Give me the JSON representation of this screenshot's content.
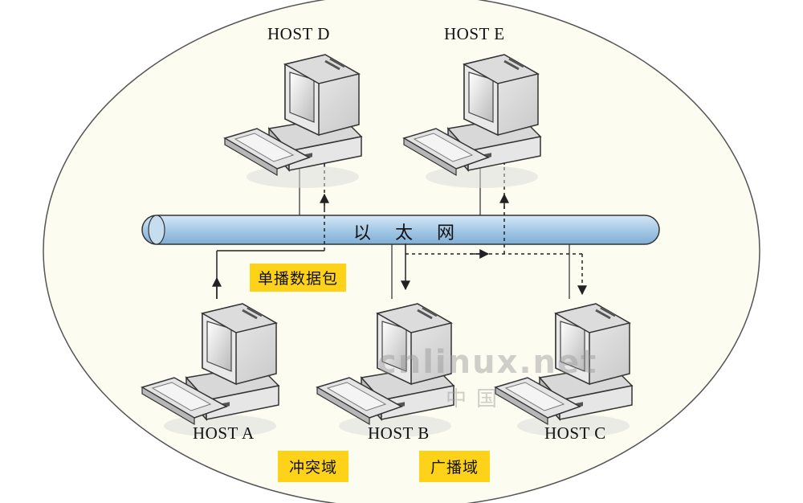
{
  "diagram": {
    "network_label": "以太网",
    "hosts": [
      {
        "id": "A",
        "label": "HOST A"
      },
      {
        "id": "B",
        "label": "HOST B"
      },
      {
        "id": "C",
        "label": "HOST C"
      },
      {
        "id": "D",
        "label": "HOST D"
      },
      {
        "id": "E",
        "label": "HOST E"
      }
    ],
    "tags": {
      "unicast_packet": "单播数据包",
      "collision_domain": "冲突域",
      "broadcast_domain": "广播域"
    },
    "watermark": {
      "brand": "cnlinux.net",
      "sub": "中国"
    },
    "colors": {
      "ellipse_fill": "#fdfcf1",
      "bus_fill": "#a9cbe6",
      "tag_fill": "#ffd21a"
    }
  }
}
